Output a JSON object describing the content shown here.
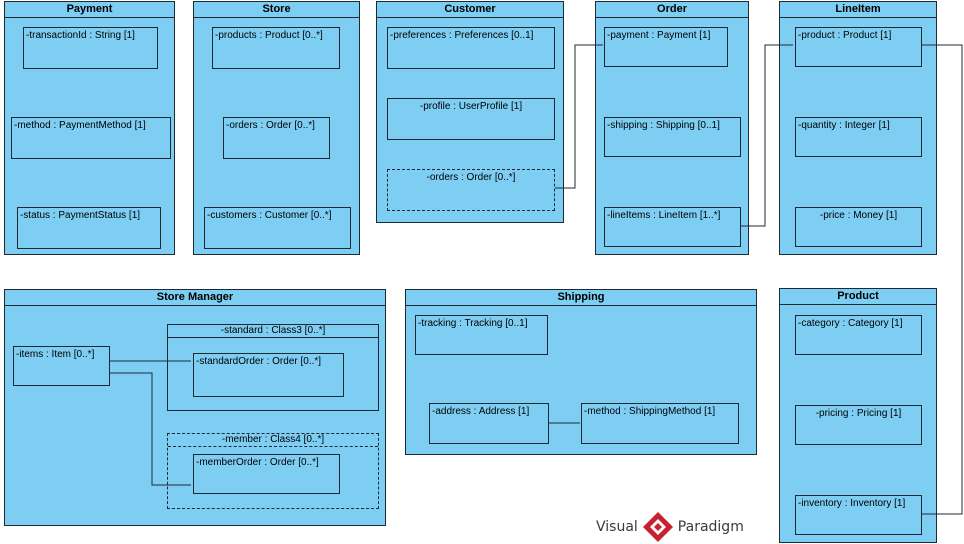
{
  "classes": {
    "payment": {
      "name": "Payment",
      "attrs": [
        "-transactionId : String [1]",
        "-method : PaymentMethod [1]",
        "-status : PaymentStatus [1]"
      ]
    },
    "store": {
      "name": "Store",
      "attrs": [
        "-products : Product [0..*]",
        "-orders : Order [0..*]",
        "-customers : Customer [0..*]"
      ]
    },
    "customer": {
      "name": "Customer",
      "attrs": [
        "-preferences : Preferences [0..1]",
        "-profile : UserProfile [1]",
        "-orders : Order [0..*]"
      ]
    },
    "order": {
      "name": "Order",
      "attrs": [
        "-payment : Payment [1]",
        "-shipping : Shipping [0..1]",
        "-lineItems : LineItem [1..*]"
      ]
    },
    "lineitem": {
      "name": "LineItem",
      "attrs": [
        "-product : Product [1]",
        "-quantity : Integer [1]",
        "-price : Money [1]"
      ]
    },
    "store_manager": {
      "name": "Store Manager",
      "items": "-items : Item [0..*]",
      "standard_title": "-standard : Class3 [0..*]",
      "standard_order": "-standardOrder : Order [0..*]",
      "member_title": "-member : Class4 [0..*]",
      "member_order": "-memberOrder : Order [0..*]"
    },
    "shipping": {
      "name": "Shipping",
      "attrs": [
        "-tracking : Tracking [0..1]",
        "-address : Address [1]",
        "-method : ShippingMethod [1]"
      ]
    },
    "product": {
      "name": "Product",
      "attrs": [
        "-category : Category [1]",
        "-pricing : Pricing [1]",
        "-inventory : Inventory [1]"
      ]
    }
  },
  "logo": {
    "text_left": "Visual",
    "text_right": "Paradigm"
  },
  "colors": {
    "class_fill": "#7ecef4",
    "border": "#1c2b33",
    "logo_red": "#c8202f"
  }
}
